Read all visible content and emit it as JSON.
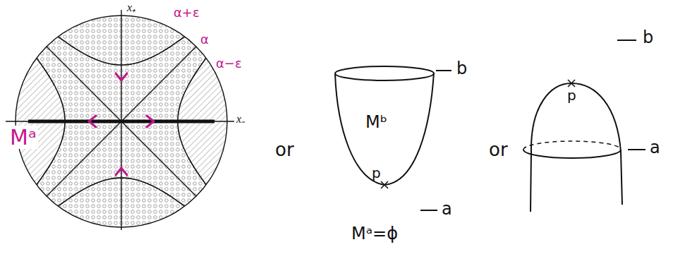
{
  "diagram": {
    "labels": [
      "x₊",
      "α+ε",
      "α",
      "α−ε",
      "Mᵃ",
      "x₋",
      "or",
      "b",
      "Mᵇ",
      "p",
      "a",
      "Mᵃ=ϕ",
      "or",
      "b",
      "p",
      "a"
    ]
  }
}
